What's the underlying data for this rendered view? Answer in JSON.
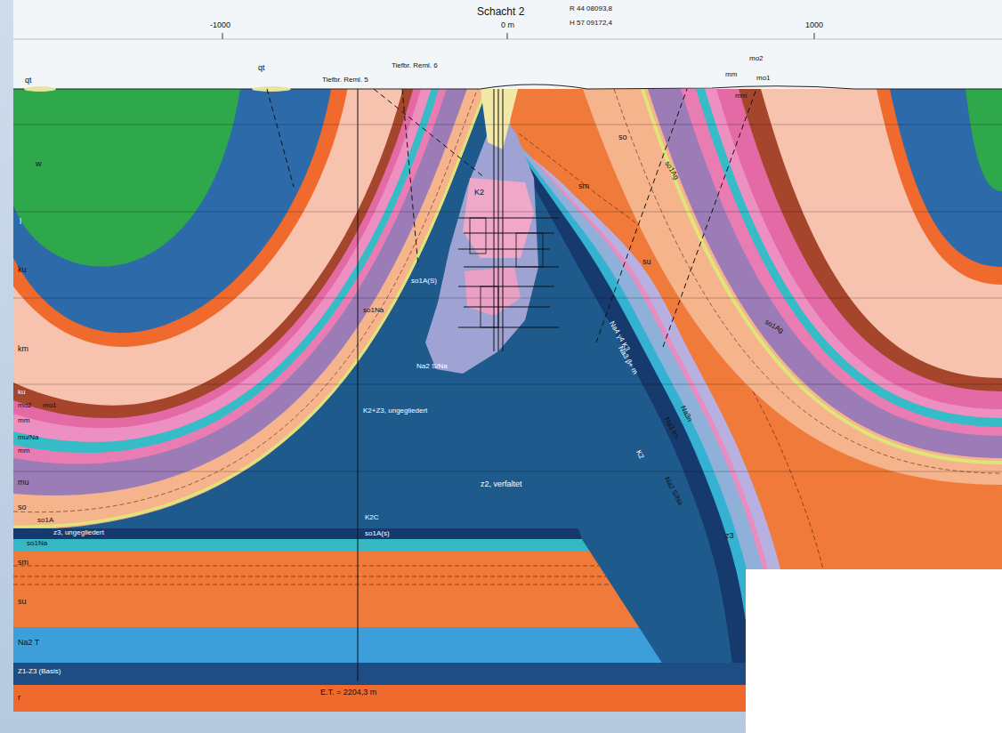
{
  "diagram": {
    "title": "Schacht 2",
    "labels": [
      "R 44 08093,8",
      "H 57 09172,4",
      "-1000",
      "0 m",
      "1000",
      "qt",
      "qt",
      "Tiefbr. Reml. 5",
      "Tiefbr. Reml. 6",
      "w",
      "l",
      "ku",
      "km",
      "ku",
      "mo2",
      "mo1",
      "mm",
      "mu/Na",
      "mm",
      "mu",
      "so",
      "so1A",
      "z3, ungegliedert",
      "so1Na",
      "sm",
      "su",
      "Na2 T",
      "Z1-Z3 (Basis)",
      "r",
      "E.T. = 2204,3 m",
      "K2C",
      "so1A(s)",
      "K2+Z3, ungegliedert",
      "so1Na",
      "so1A(S)",
      "Na2 S/Na",
      "K2",
      "z2, verfaltet",
      "so",
      "so1Ag",
      "sm",
      "su",
      "so1Ag",
      "mo2",
      "mm",
      "mo1",
      "mm",
      "Na4 γ4 K3",
      "Na3 β+ m",
      "Na3n",
      "Na3 tm",
      "K2",
      "Na2 S/Na",
      "z3"
    ]
  }
}
